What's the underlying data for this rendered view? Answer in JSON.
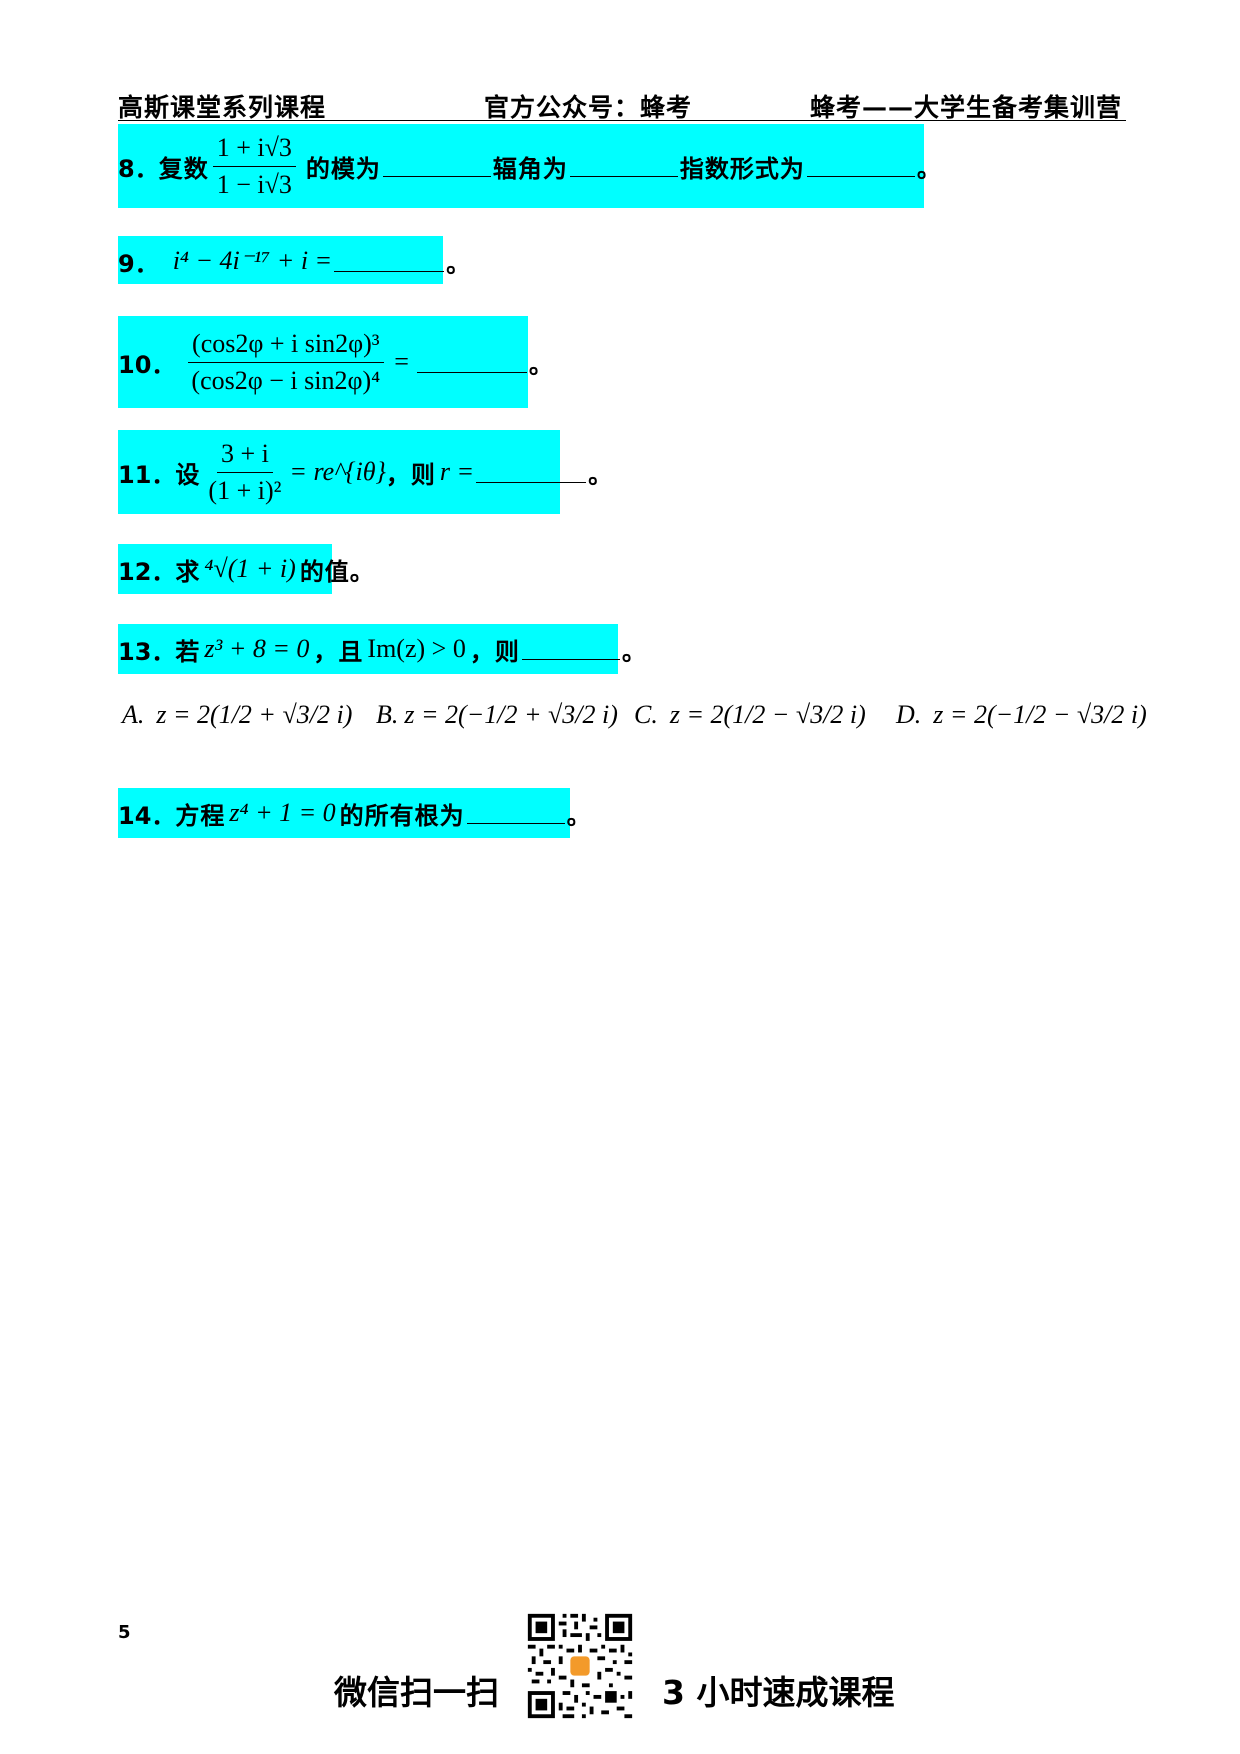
{
  "header": {
    "left": "高斯课堂系列课程",
    "center": "官方公众号：蜂考",
    "right": "蜂考——大学生备考集训营"
  },
  "q8": {
    "num": "8．",
    "lead": "复数",
    "frac_top": "1 + i√3",
    "frac_bot": "1 − i√3",
    "t1": "的模为",
    "t2": "辐角为",
    "t3": "指数形式为",
    "end": "。"
  },
  "q9": {
    "num": "9．",
    "expr": "i⁴ − 4i⁻¹⁷ + i =",
    "end": "。"
  },
  "q10": {
    "num": "10．",
    "frac_top": "(cos2φ + i sin2φ)³",
    "frac_bot": "(cos2φ − i sin2φ)⁴",
    "eq": "=",
    "end": "。"
  },
  "q11": {
    "num": "11．",
    "lead": "设",
    "frac_top": "3 + i",
    "frac_bot": "(1 + i)²",
    "eq": "= re^{iθ}",
    "mid": "，则",
    "var": "r =",
    "end": "。"
  },
  "q12": {
    "num": "12．",
    "lead": "求",
    "expr": "⁴√(1 + i)",
    "tail": "的值。"
  },
  "q13": {
    "num": "13．",
    "lead": "若",
    "expr1": "z³ + 8 = 0",
    "mid": "，且",
    "expr2": "Im(z) > 0",
    "mid2": "，则",
    "end": "。",
    "options": [
      {
        "label": "A.",
        "expr": "z = 2(1/2 + √3/2 i)"
      },
      {
        "label": "B.",
        "expr": "z = 2(−1/2 + √3/2 i)"
      },
      {
        "label": "C.",
        "expr": "z = 2(1/2 − √3/2 i)"
      },
      {
        "label": "D.",
        "expr": "z = 2(−1/2 − √3/2 i)"
      }
    ]
  },
  "q14": {
    "num": "14．",
    "lead": "方程",
    "expr": "z⁴ + 1 = 0",
    "tail": "的所有根为",
    "end": "。"
  },
  "footer": {
    "page_number": "5",
    "left": "微信扫一扫",
    "right": "3 小时速成课程"
  },
  "colors": {
    "highlight": "#00ffff"
  },
  "icons": {
    "qr": "qr-code-icon"
  }
}
